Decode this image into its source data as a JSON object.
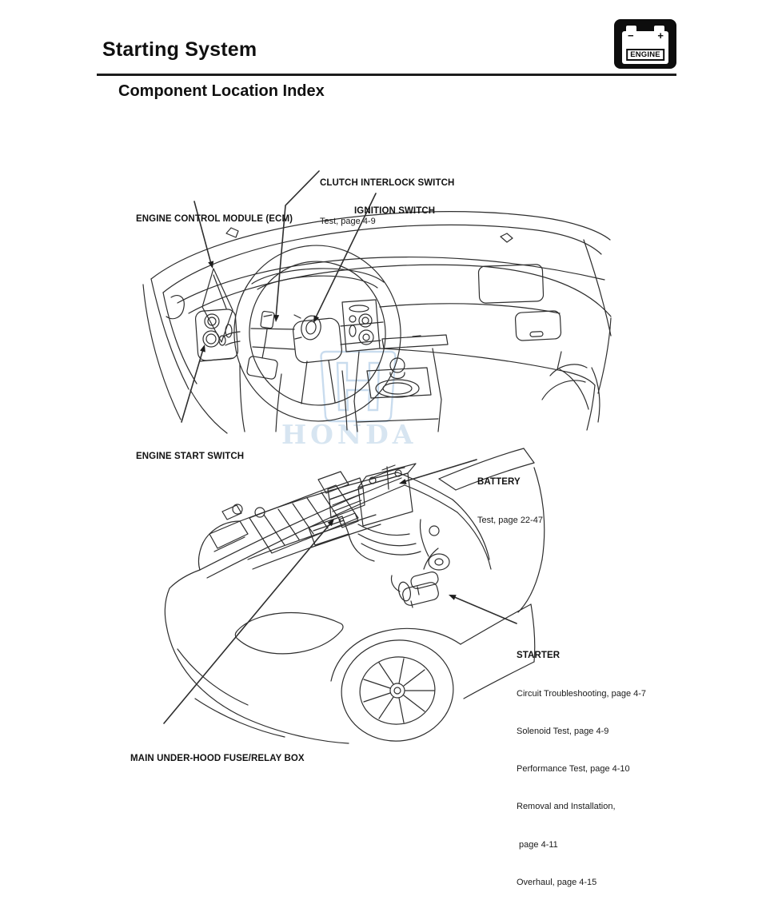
{
  "page": {
    "title": "Starting System",
    "subtitle": "Component Location Index",
    "watermark": "HONDA"
  },
  "system_icon": {
    "label": "ENGINE",
    "minus": "−",
    "plus": "+"
  },
  "callouts": {
    "ecm": {
      "name": "ENGINE CONTROL MODULE (ECM)"
    },
    "clutch_interlock": {
      "name": "CLUTCH INTERLOCK SWITCH",
      "ref": "Test, page 4-9"
    },
    "ignition": {
      "name": "IGNITION SWITCH"
    },
    "engine_start": {
      "name": "ENGINE START SWITCH"
    },
    "battery": {
      "name": "BATTERY",
      "ref": "Test, page 22-47"
    },
    "starter": {
      "name": "STARTER",
      "refs": [
        "Circuit Troubleshooting, page 4-7",
        "Solenoid Test, page 4-9",
        "Performance Test, page 4-10",
        "Removal and Installation,",
        " page 4-11",
        "Overhaul, page 4-15"
      ]
    },
    "fuse_box": {
      "name": "MAIN UNDER-HOOD FUSE/RELAY BOX"
    }
  }
}
